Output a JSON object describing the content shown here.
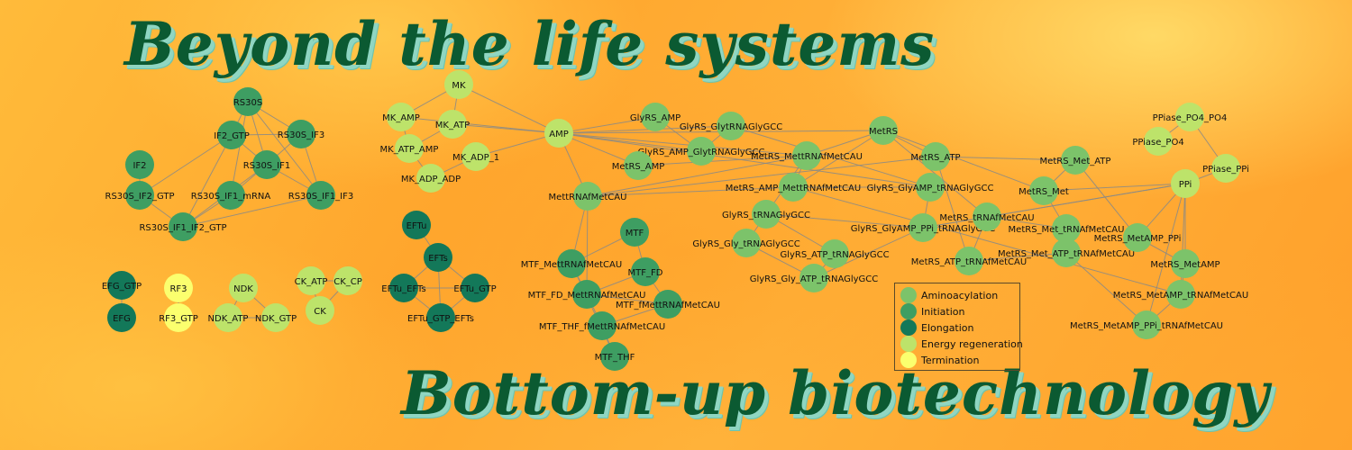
{
  "headline_top": "Beyond the life systems",
  "headline_bottom": "Bottom-up biotechnology",
  "legend": [
    {
      "label": "Aminoacylation",
      "color": "#7cc36a"
    },
    {
      "label": "Initiation",
      "color": "#3e9e62"
    },
    {
      "label": "Elongation",
      "color": "#137859"
    },
    {
      "label": "Energy regeneration",
      "color": "#bde36a"
    },
    {
      "label": "Termination",
      "color": "#fbff6e"
    }
  ],
  "network": {
    "nodes": [
      {
        "id": "RS30S",
        "label": "RS30S",
        "group": "Initiation"
      },
      {
        "id": "IF2_GTP",
        "label": "IF2_GTP",
        "group": "Initiation"
      },
      {
        "id": "RS30S_IF3",
        "label": "RS30S_IF3",
        "group": "Initiation"
      },
      {
        "id": "IF2",
        "label": "IF2",
        "group": "Initiation"
      },
      {
        "id": "RS30S_IF1",
        "label": "RS30S_IF1",
        "group": "Initiation"
      },
      {
        "id": "RS30S_IF2_GTP",
        "label": "RS30S_IF2_GTP",
        "group": "Initiation"
      },
      {
        "id": "RS30S_IF1_mRNA",
        "label": "RS30S_IF1_mRNA",
        "group": "Initiation"
      },
      {
        "id": "RS30S_IF1_IF3",
        "label": "RS30S_IF1_IF3",
        "group": "Initiation"
      },
      {
        "id": "RS30S_IF1_IF2_GTP",
        "label": "RS30S_IF1_IF2_GTP",
        "group": "Initiation"
      },
      {
        "id": "EFG_GTP",
        "label": "EFG_GTP",
        "group": "Elongation"
      },
      {
        "id": "EFG",
        "label": "EFG",
        "group": "Elongation"
      },
      {
        "id": "RF3",
        "label": "RF3",
        "group": "Termination"
      },
      {
        "id": "RF3_GTP",
        "label": "RF3_GTP",
        "group": "Termination"
      },
      {
        "id": "NDK",
        "label": "NDK",
        "group": "Energy regeneration"
      },
      {
        "id": "NDK_ATP",
        "label": "NDK_ATP",
        "group": "Energy regeneration"
      },
      {
        "id": "NDK_GTP",
        "label": "NDK_GTP",
        "group": "Energy regeneration"
      },
      {
        "id": "CK_ATP",
        "label": "CK_ATP",
        "group": "Energy regeneration"
      },
      {
        "id": "CK_CP",
        "label": "CK_CP",
        "group": "Energy regeneration"
      },
      {
        "id": "CK",
        "label": "CK",
        "group": "Energy regeneration"
      },
      {
        "id": "EFTu",
        "label": "EFTu",
        "group": "Elongation"
      },
      {
        "id": "EFTs",
        "label": "EFTs",
        "group": "Elongation"
      },
      {
        "id": "EFTu_EFTs",
        "label": "EFTu_EFTs",
        "group": "Elongation"
      },
      {
        "id": "EFTu_GTP",
        "label": "EFTu_GTP",
        "group": "Elongation"
      },
      {
        "id": "EFTu_GTP_EFTs",
        "label": "EFTu_GTP_EFTs",
        "group": "Elongation"
      },
      {
        "id": "MK",
        "label": "MK",
        "group": "Energy regeneration"
      },
      {
        "id": "MK_AMP",
        "label": "MK_AMP",
        "group": "Energy regeneration"
      },
      {
        "id": "MK_ATP",
        "label": "MK_ATP",
        "group": "Energy regeneration"
      },
      {
        "id": "MK_ATP_AMP",
        "label": "MK_ATP_AMP",
        "group": "Energy regeneration"
      },
      {
        "id": "MK_ADP_1",
        "label": "MK_ADP_1",
        "group": "Energy regeneration"
      },
      {
        "id": "MK_ADP_ADP",
        "label": "MK_ADP_ADP",
        "group": "Energy regeneration"
      },
      {
        "id": "AMP",
        "label": "AMP",
        "group": "Energy regeneration"
      },
      {
        "id": "GlyRS_AMP",
        "label": "GlyRS_AMP",
        "group": "Aminoacylation"
      },
      {
        "id": "GlyRS_GlytRNAGlyGCC",
        "label": "GlyRS_GlytRNAGlyGCC",
        "group": "Aminoacylation"
      },
      {
        "id": "GlyRS_AMP_GlytRNAGlyGCC",
        "label": "GlyRS_AMP_GlytRNAGlyGCC",
        "group": "Aminoacylation"
      },
      {
        "id": "MetRS_AMP",
        "label": "MetRS_AMP",
        "group": "Aminoacylation"
      },
      {
        "id": "MetRS_MettRNAfMetCAU",
        "label": "MetRS_MettRNAfMetCAU",
        "group": "Aminoacylation"
      },
      {
        "id": "MettRNAfMetCAU",
        "label": "MettRNAfMetCAU",
        "group": "Aminoacylation"
      },
      {
        "id": "MetRS",
        "label": "MetRS",
        "group": "Aminoacylation"
      },
      {
        "id": "MetRS_ATP",
        "label": "MetRS_ATP",
        "group": "Aminoacylation"
      },
      {
        "id": "MetRS_AMP_MettRNAfMetCAU",
        "label": "MetRS_AMP_MettRNAfMetCAU",
        "group": "Aminoacylation"
      },
      {
        "id": "GlyRS_GlyAMP_tRNAGlyGCC",
        "label": "GlyRS_GlyAMP_tRNAGlyGCC",
        "group": "Aminoacylation"
      },
      {
        "id": "MetRS_Met_ATP",
        "label": "MetRS_Met_ATP",
        "group": "Aminoacylation"
      },
      {
        "id": "MetRS_Met",
        "label": "MetRS_Met",
        "group": "Aminoacylation"
      },
      {
        "id": "GlyRS_tRNAGlyGCC",
        "label": "GlyRS_tRNAGlyGCC",
        "group": "Aminoacylation"
      },
      {
        "id": "GlyRS_GlyAMP_PPi_tRNAGlyGCC",
        "label": "GlyRS_GlyAMP_PPi_tRNAGlyGCC",
        "group": "Aminoacylation"
      },
      {
        "id": "MetRS_tRNAfMetCAU",
        "label": "MetRS_tRNAfMetCAU",
        "group": "Aminoacylation"
      },
      {
        "id": "MetRS_Met_tRNAfMetCAU",
        "label": "MetRS_Met_tRNAfMetCAU",
        "group": "Aminoacylation"
      },
      {
        "id": "GlyRS_Gly_tRNAGlyGCC",
        "label": "GlyRS_Gly_tRNAGlyGCC",
        "group": "Aminoacylation"
      },
      {
        "id": "GlyRS_ATP_tRNAGlyGCC",
        "label": "GlyRS_ATP_tRNAGlyGCC",
        "group": "Aminoacylation"
      },
      {
        "id": "MetRS_Met_ATP_tRNAfMetCAU",
        "label": "MetRS_Met_ATP_tRNAfMetCAU",
        "group": "Aminoacylation"
      },
      {
        "id": "MetRS_ATP_tRNAfMetCAU",
        "label": "MetRS_ATP_tRNAfMetCAU",
        "group": "Aminoacylation"
      },
      {
        "id": "GlyRS_Gly_ATP_tRNAGlyGCC",
        "label": "GlyRS_Gly_ATP_tRNAGlyGCC",
        "group": "Aminoacylation"
      },
      {
        "id": "PPiase_PO4_PO4",
        "label": "PPiase_PO4_PO4",
        "group": "Energy regeneration"
      },
      {
        "id": "PPiase_PO4",
        "label": "PPiase_PO4",
        "group": "Energy regeneration"
      },
      {
        "id": "PPiase_PPi",
        "label": "PPiase_PPi",
        "group": "Energy regeneration"
      },
      {
        "id": "PPi",
        "label": "PPi",
        "group": "Energy regeneration"
      },
      {
        "id": "MetRS_MetAMP_PPi",
        "label": "MetRS_MetAMP_PPi",
        "group": "Aminoacylation"
      },
      {
        "id": "MetRS_MetAMP",
        "label": "MetRS_MetAMP",
        "group": "Aminoacylation"
      },
      {
        "id": "MetRS_MetAMP_tRNAfMetCAU",
        "label": "MetRS_MetAMP_tRNAfMetCAU",
        "group": "Aminoacylation"
      },
      {
        "id": "MetRS_MetAMP_PPi_tRNAfMetCAU",
        "label": "MetRS_MetAMP_PPi_tRNAfMetCAU",
        "group": "Aminoacylation"
      },
      {
        "id": "MTF",
        "label": "MTF",
        "group": "Initiation"
      },
      {
        "id": "MTF_MettRNAfMetCAU",
        "label": "MTF_MettRNAfMetCAU",
        "group": "Initiation"
      },
      {
        "id": "MTF_FD",
        "label": "MTF_FD",
        "group": "Initiation"
      },
      {
        "id": "MTF_FD_MettRNAfMetCAU",
        "label": "MTF_FD_MettRNAfMetCAU",
        "group": "Initiation"
      },
      {
        "id": "MTF_fMettRNAfMetCAU",
        "label": "MTF_fMettRNAfMetCAU",
        "group": "Initiation"
      },
      {
        "id": "MTF_THF_fMettRNAfMetCAU",
        "label": "MTF_THF_fMettRNAfMetCAU",
        "group": "Initiation"
      },
      {
        "id": "MTF_THF",
        "label": "MTF_THF",
        "group": "Initiation"
      }
    ],
    "edges": [
      [
        "RS30S",
        "IF2_GTP"
      ],
      [
        "RS30S",
        "RS30S_IF3"
      ],
      [
        "RS30S",
        "RS30S_IF1"
      ],
      [
        "RS30S",
        "RS30S_IF1_IF3"
      ],
      [
        "IF2_GTP",
        "RS30S_IF2_GTP"
      ],
      [
        "IF2_GTP",
        "RS30S_IF1_IF2_GTP"
      ],
      [
        "IF2_GTP",
        "RS30S_IF1"
      ],
      [
        "IF2_GTP",
        "RS30S_IF3"
      ],
      [
        "RS30S_IF3",
        "RS30S_IF1_IF3"
      ],
      [
        "RS30S_IF3",
        "RS30S_IF1"
      ],
      [
        "RS30S_IF1",
        "RS30S_IF1_mRNA"
      ],
      [
        "RS30S_IF1",
        "RS30S_IF1_IF3"
      ],
      [
        "RS30S_IF1",
        "RS30S_IF1_IF2_GTP"
      ],
      [
        "IF2",
        "RS30S_IF2_GTP"
      ],
      [
        "RS30S_IF2_GTP",
        "RS30S_IF1_IF2_GTP"
      ],
      [
        "RS30S_IF1_mRNA",
        "RS30S_IF1_IF2_GTP"
      ],
      [
        "RS30S_IF1_IF3",
        "RS30S_IF1_IF2_GTP"
      ],
      [
        "RS30S",
        "RS30S_IF1_mRNA"
      ],
      [
        "EFG_GTP",
        "EFG"
      ],
      [
        "RF3",
        "RF3_GTP"
      ],
      [
        "NDK",
        "NDK_ATP"
      ],
      [
        "NDK",
        "NDK_GTP"
      ],
      [
        "NDK_ATP",
        "NDK_GTP"
      ],
      [
        "CK_ATP",
        "CK_CP"
      ],
      [
        "CK_ATP",
        "CK"
      ],
      [
        "CK_CP",
        "CK"
      ],
      [
        "EFTu",
        "EFTs"
      ],
      [
        "EFTs",
        "EFTu_EFTs"
      ],
      [
        "EFTs",
        "EFTu_GTP"
      ],
      [
        "EFTu_EFTs",
        "EFTu_GTP_EFTs"
      ],
      [
        "EFTu_GTP",
        "EFTu_GTP_EFTs"
      ],
      [
        "EFTs",
        "EFTu_GTP_EFTs"
      ],
      [
        "EFTu_EFTs",
        "EFTu_GTP"
      ],
      [
        "MK",
        "MK_AMP"
      ],
      [
        "MK",
        "MK_ATP"
      ],
      [
        "MK",
        "AMP"
      ],
      [
        "MK_AMP",
        "MK_ATP_AMP"
      ],
      [
        "MK_ATP",
        "MK_ATP_AMP"
      ],
      [
        "MK_ATP",
        "AMP"
      ],
      [
        "MK_ATP_AMP",
        "MK_ADP_ADP"
      ],
      [
        "MK_ADP_1",
        "MK_ADP_ADP"
      ],
      [
        "MK_AMP",
        "AMP"
      ],
      [
        "MK_ADP_1",
        "AMP"
      ],
      [
        "AMP",
        "GlyRS_AMP"
      ],
      [
        "AMP",
        "GlyRS_AMP_GlytRNAGlyGCC"
      ],
      [
        "AMP",
        "MetRS_AMP"
      ],
      [
        "AMP",
        "MetRS_MettRNAfMetCAU"
      ],
      [
        "AMP",
        "MettRNAfMetCAU"
      ],
      [
        "AMP",
        "MetRS"
      ],
      [
        "AMP",
        "GlyRS_GlyAMP_tRNAGlyGCC"
      ],
      [
        "AMP",
        "GlyRS_GlytRNAGlyGCC"
      ],
      [
        "GlyRS_AMP",
        "GlyRS_AMP_GlytRNAGlyGCC"
      ],
      [
        "GlyRS_GlytRNAGlyGCC",
        "GlyRS_AMP_GlytRNAGlyGCC"
      ],
      [
        "MetRS_AMP",
        "MetRS_MettRNAfMetCAU"
      ],
      [
        "MetRS_MettRNAfMetCAU",
        "MetRS"
      ],
      [
        "MetRS_MettRNAfMetCAU",
        "MetRS_AMP_MettRNAfMetCAU"
      ],
      [
        "MettRNAfMetCAU",
        "MetRS_MettRNAfMetCAU"
      ],
      [
        "MettRNAfMetCAU",
        "MetRS_AMP_MettRNAfMetCAU"
      ],
      [
        "MettRNAfMetCAU",
        "MTF_MettRNAfMetCAU"
      ],
      [
        "MettRNAfMetCAU",
        "MTF_FD_MettRNAfMetCAU"
      ],
      [
        "MettRNAfMetCAU",
        "MetRS_ATP"
      ],
      [
        "MetRS",
        "MetRS_ATP"
      ],
      [
        "MetRS",
        "MetRS_Met"
      ],
      [
        "MetRS",
        "MetRS_tRNAfMetCAU"
      ],
      [
        "MetRS_ATP",
        "MetRS_Met_ATP"
      ],
      [
        "MetRS_ATP",
        "MetRS_ATP_tRNAfMetCAU"
      ],
      [
        "MetRS_Met_ATP",
        "MetRS_Met"
      ],
      [
        "MetRS_Met_ATP",
        "MetRS_MetAMP_PPi"
      ],
      [
        "MetRS_Met",
        "MetRS_Met_tRNAfMetCAU"
      ],
      [
        "MetRS_Met",
        "PPi"
      ],
      [
        "MetRS_tRNAfMetCAU",
        "MetRS_Met_tRNAfMetCAU"
      ],
      [
        "MetRS_tRNAfMetCAU",
        "MetRS_ATP_tRNAfMetCAU"
      ],
      [
        "MetRS_Met_tRNAfMetCAU",
        "MetRS_Met_ATP_tRNAfMetCAU"
      ],
      [
        "MetRS_ATP_tRNAfMetCAU",
        "MetRS_Met_ATP_tRNAfMetCAU"
      ],
      [
        "MetRS_Met_ATP_tRNAfMetCAU",
        "MetRS_MetAMP_PPi_tRNAfMetCAU"
      ],
      [
        "MetRS_MetAMP_PPi",
        "MetRS_MetAMP"
      ],
      [
        "MetRS_MetAMP_PPi",
        "PPi"
      ],
      [
        "MetRS_MetAMP",
        "MetRS_MetAMP_tRNAfMetCAU"
      ],
      [
        "MetRS_MetAMP_tRNAfMetCAU",
        "MetRS_MetAMP_PPi_tRNAfMetCAU"
      ],
      [
        "MetRS_MetAMP_PPi_tRNAfMetCAU",
        "PPi"
      ],
      [
        "MetRS_MetAMP_tRNAfMetCAU",
        "MetRS_AMP_MettRNAfMetCAU"
      ],
      [
        "PPi",
        "PPiase_PPi"
      ],
      [
        "PPi",
        "MetRS_tRNAfMetCAU"
      ],
      [
        "PPiase_PPi",
        "PPiase_PO4_PO4"
      ],
      [
        "PPiase_PO4_PO4",
        "PPiase_PO4"
      ],
      [
        "PPi",
        "GlyRS_GlyAMP_PPi_tRNAGlyGCC"
      ],
      [
        "PPi",
        "MetRS_MetAMP"
      ],
      [
        "PPi",
        "MetRS_MetAMP_tRNAfMetCAU"
      ],
      [
        "MetRS_AMP_MettRNAfMetCAU",
        "GlyRS_GlyAMP_tRNAGlyGCC"
      ],
      [
        "MetRS_AMP_MettRNAfMetCAU",
        "MetRS"
      ],
      [
        "GlyRS_GlyAMP_tRNAGlyGCC",
        "GlyRS_GlyAMP_PPi_tRNAGlyGCC"
      ],
      [
        "GlyRS_tRNAGlyGCC",
        "GlyRS_GlyAMP_PPi_tRNAGlyGCC"
      ],
      [
        "GlyRS_tRNAGlyGCC",
        "GlyRS_Gly_tRNAGlyGCC"
      ],
      [
        "GlyRS_tRNAGlyGCC",
        "GlyRS_ATP_tRNAGlyGCC"
      ],
      [
        "GlyRS_Gly_tRNAGlyGCC",
        "GlyRS_Gly_ATP_tRNAGlyGCC"
      ],
      [
        "GlyRS_ATP_tRNAGlyGCC",
        "GlyRS_Gly_ATP_tRNAGlyGCC"
      ],
      [
        "GlyRS_GlyAMP_PPi_tRNAGlyGCC",
        "GlyRS_Gly_ATP_tRNAGlyGCC"
      ],
      [
        "GlyRS_GlyAMP_PPi_tRNAGlyGCC",
        "MetRS_tRNAfMetCAU"
      ],
      [
        "GlyRS_GlytRNAGlyGCC",
        "GlyRS_GlyAMP_tRNAGlyGCC"
      ],
      [
        "MetRS_MettRNAfMetCAU",
        "GlyRS_tRNAGlyGCC"
      ],
      [
        "MTF",
        "MTF_MettRNAfMetCAU"
      ],
      [
        "MTF",
        "MTF_FD"
      ],
      [
        "MTF_MettRNAfMetCAU",
        "MTF_FD_MettRNAfMetCAU"
      ],
      [
        "MTF_FD",
        "MTF_FD_MettRNAfMetCAU"
      ],
      [
        "MTF_FD",
        "MTF_fMettRNAfMetCAU"
      ],
      [
        "MTF_FD_MettRNAfMetCAU",
        "MTF_THF_fMettRNAfMetCAU"
      ],
      [
        "MTF_fMettRNAfMetCAU",
        "MTF_THF_fMettRNAfMetCAU"
      ],
      [
        "MTF_THF_fMettRNAfMetCAU",
        "MTF_THF"
      ],
      [
        "MTF_MettRNAfMetCAU",
        "MTF_THF"
      ],
      [
        "MTF_FD_MettRNAfMetCAU",
        "MTF_fMettRNAfMetCAU"
      ]
    ]
  }
}
